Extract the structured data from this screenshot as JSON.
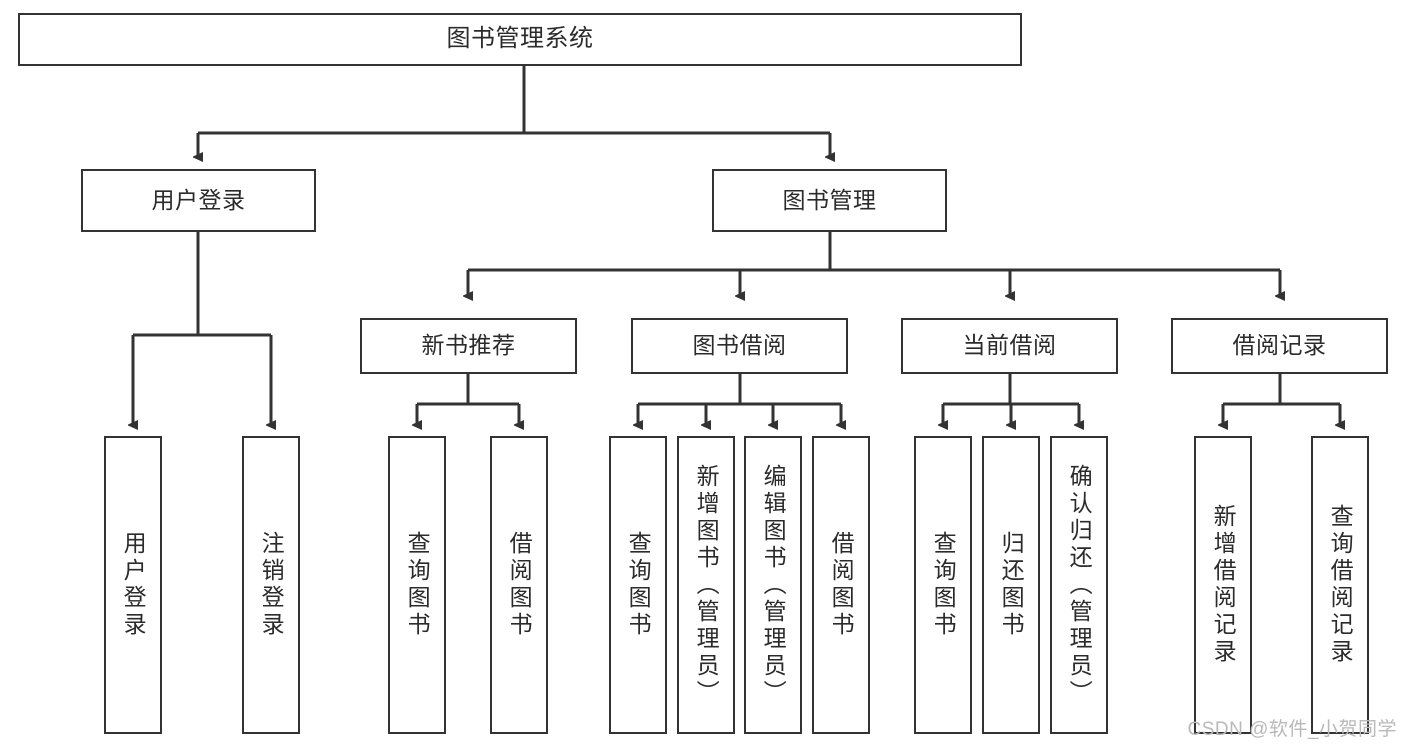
{
  "diagram": {
    "title": "图书管理系统",
    "watermark": "CSDN @软件_小贺同学",
    "colors": {
      "stroke": "#333333",
      "text": "#2b2b2b",
      "background": "#ffffff",
      "watermark": "#b9b9b9"
    },
    "nodes": {
      "root": {
        "label": "图书管理系统"
      },
      "level2": [
        {
          "label": "用户登录"
        },
        {
          "label": "图书管理"
        }
      ],
      "level3": [
        {
          "label": "新书推荐"
        },
        {
          "label": "图书借阅"
        },
        {
          "label": "当前借阅"
        },
        {
          "label": "借阅记录"
        }
      ],
      "leaves_user_login": [
        {
          "label": "用户登录"
        },
        {
          "label": "注销登录"
        }
      ],
      "leaves_new_book": [
        {
          "label": "查询图书"
        },
        {
          "label": "借阅图书"
        }
      ],
      "leaves_borrow": [
        {
          "label": "查询图书"
        },
        {
          "label": "新增图书（管理员）"
        },
        {
          "label": "编辑图书（管理员）"
        },
        {
          "label": "借阅图书"
        }
      ],
      "leaves_current": [
        {
          "label": "查询图书"
        },
        {
          "label": "归还图书"
        },
        {
          "label": "确认归还（管理员）"
        }
      ],
      "leaves_records": [
        {
          "label": "新增借阅记录"
        },
        {
          "label": "查询借阅记录"
        }
      ]
    }
  }
}
